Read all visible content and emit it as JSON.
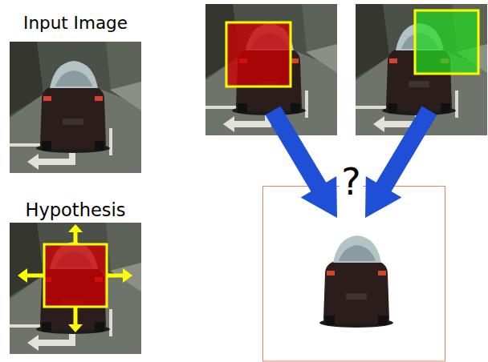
{
  "diagram": {
    "nodes": [
      {
        "text": [
          "Input Image"
        ]
      },
      {
        "text": [
          "Hypothesis"
        ]
      }
    ],
    "labels": [
      "?"
    ]
  }
}
